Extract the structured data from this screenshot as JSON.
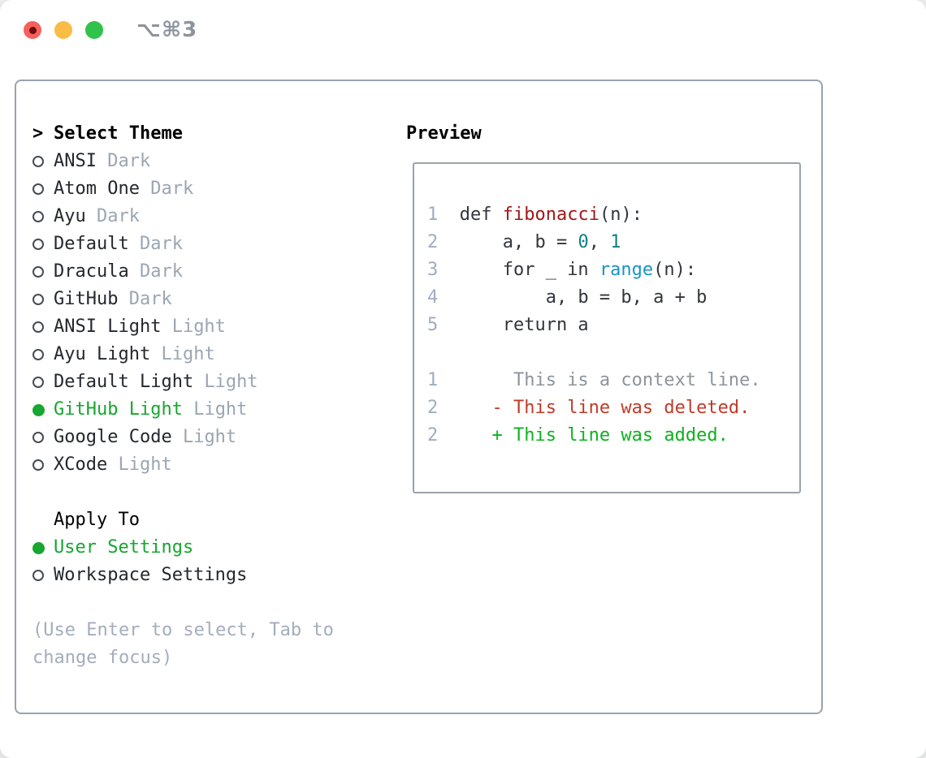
{
  "window": {
    "title": "⌥⌘3",
    "traffic_lights": [
      {
        "name": "close",
        "color": "#f4615b"
      },
      {
        "name": "minimize",
        "color": "#f9bd45"
      },
      {
        "name": "zoom",
        "color": "#31c24b"
      }
    ]
  },
  "picker": {
    "prompt": ">",
    "title": "Select Theme",
    "icons": {
      "radio_selected": "filled-circle",
      "radio_unselected": "hollow-circle"
    },
    "themes": [
      {
        "name": "ANSI",
        "variant": "Dark",
        "selected": false
      },
      {
        "name": "Atom One",
        "variant": "Dark",
        "selected": false
      },
      {
        "name": "Ayu",
        "variant": "Dark",
        "selected": false
      },
      {
        "name": "Default",
        "variant": "Dark",
        "selected": false
      },
      {
        "name": "Dracula",
        "variant": "Dark",
        "selected": false
      },
      {
        "name": "GitHub",
        "variant": "Dark",
        "selected": false
      },
      {
        "name": "ANSI Light",
        "variant": "Light",
        "selected": false
      },
      {
        "name": "Ayu Light",
        "variant": "Light",
        "selected": false
      },
      {
        "name": "Default Light",
        "variant": "Light",
        "selected": false
      },
      {
        "name": "GitHub Light",
        "variant": "Light",
        "selected": true
      },
      {
        "name": "Google Code",
        "variant": "Light",
        "selected": false
      },
      {
        "name": "XCode",
        "variant": "Light",
        "selected": false
      }
    ],
    "apply_to": {
      "label": "Apply To",
      "options": [
        {
          "name": "User Settings",
          "selected": true
        },
        {
          "name": "Workspace Settings",
          "selected": false
        }
      ]
    },
    "hint_lines": [
      "(Use Enter to select, Tab to",
      "change focus)"
    ]
  },
  "preview": {
    "label": "Preview",
    "code_lines": [
      {
        "segments": [
          {
            "c": "lineno",
            "t": "1"
          },
          {
            "c": "plain",
            "t": "  def "
          },
          {
            "c": "title",
            "t": "fibonacci"
          },
          {
            "c": "plain",
            "t": "(n):"
          }
        ]
      },
      {
        "segments": [
          {
            "c": "lineno",
            "t": "2"
          },
          {
            "c": "plain",
            "t": "      a, b = "
          },
          {
            "c": "num",
            "t": "0"
          },
          {
            "c": "plain",
            "t": ", "
          },
          {
            "c": "num",
            "t": "1"
          }
        ]
      },
      {
        "segments": [
          {
            "c": "lineno",
            "t": "3"
          },
          {
            "c": "plain",
            "t": "      for _ in "
          },
          {
            "c": "builtin",
            "t": "range"
          },
          {
            "c": "plain",
            "t": "(n):"
          }
        ]
      },
      {
        "segments": [
          {
            "c": "lineno",
            "t": "4"
          },
          {
            "c": "plain",
            "t": "          a, b = b, a + b"
          }
        ]
      },
      {
        "segments": [
          {
            "c": "lineno",
            "t": "5"
          },
          {
            "c": "plain",
            "t": "      return a"
          }
        ]
      },
      {
        "segments": []
      },
      {
        "segments": [
          {
            "c": "lineno",
            "t": "1"
          },
          {
            "c": "ctx",
            "t": "       This is a context line."
          }
        ]
      },
      {
        "segments": [
          {
            "c": "lineno",
            "t": "2"
          },
          {
            "c": "del",
            "t": "     - This line was deleted."
          }
        ]
      },
      {
        "segments": [
          {
            "c": "lineno",
            "t": "2"
          },
          {
            "c": "add",
            "t": "     + This line was added."
          }
        ]
      }
    ]
  },
  "colors": {
    "accent_green": "#17a62f",
    "diff_added": "#0cb31d",
    "diff_deleted": "#c23a28",
    "diff_context": "#8d949c",
    "code_text": "#32363b",
    "code_title_red": "#a31818",
    "code_number_teal": "#0d7f86",
    "code_builtin_blue": "#1793c9",
    "lineno": "#9fadc0",
    "text": "#23282e",
    "muted": "#9ba6b2",
    "hint": "#a4adbc",
    "border": "#99a3ae",
    "titlebar_text": "#8e949d",
    "traffic_red": "#f4615b",
    "traffic_red_dot": "#73090f",
    "traffic_yellow": "#f9bd45",
    "traffic_green": "#31c24b"
  }
}
